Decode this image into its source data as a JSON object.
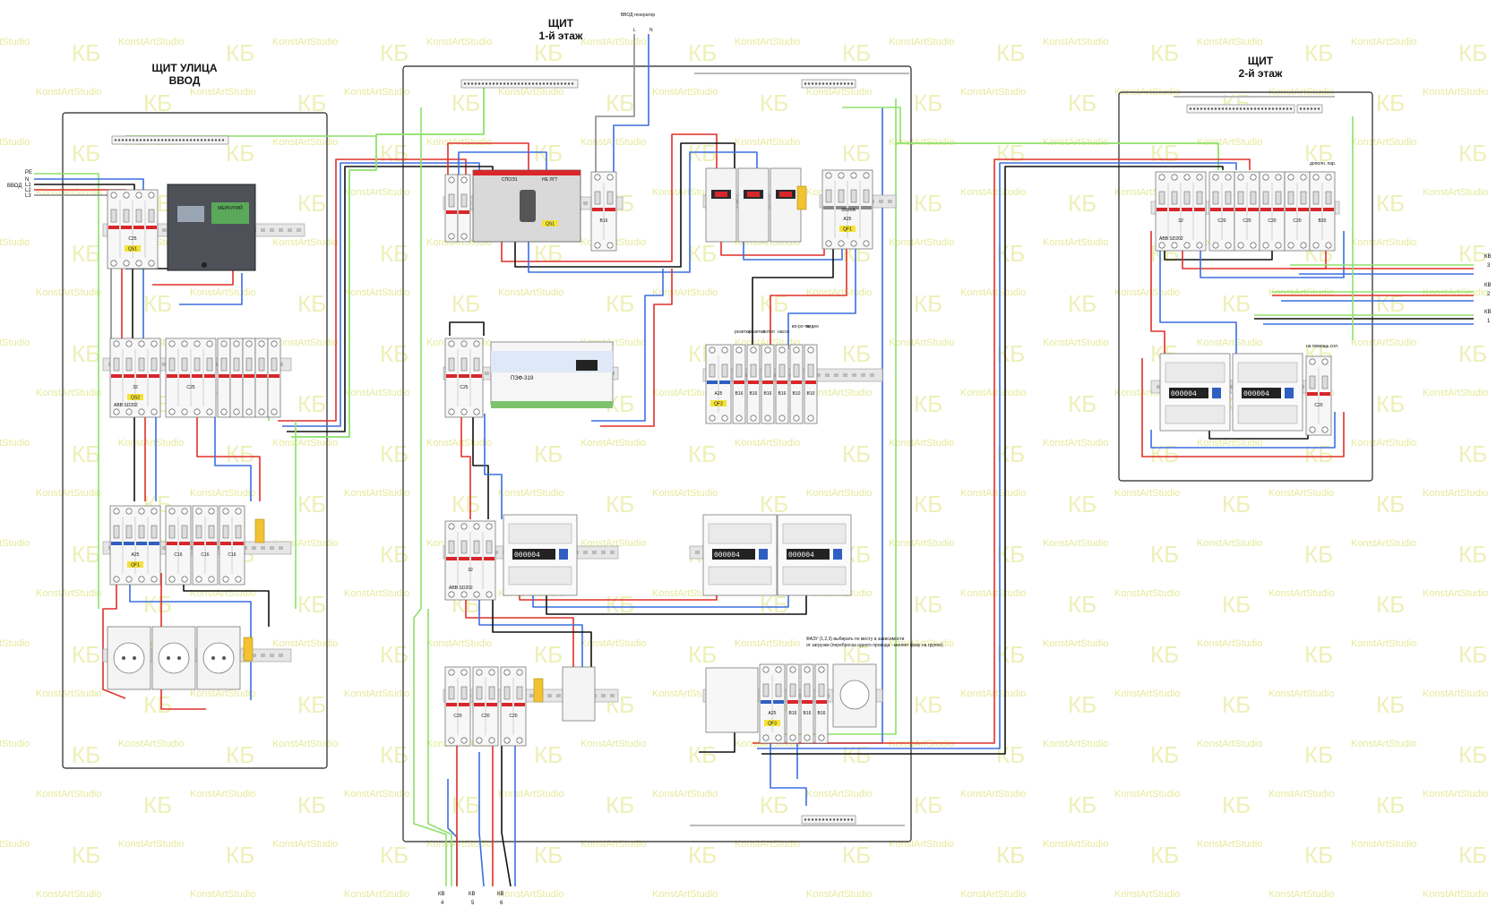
{
  "watermark": {
    "text": "KonstArtStudio",
    "logo": "КБ",
    "color": "#e6ea9a"
  },
  "panels": {
    "street": {
      "title_line1": "ЩИТ УЛИЦА",
      "title_line2": "ВВОД"
    },
    "floor1": {
      "title_line1": "ЩИТ",
      "title_line2": "1-й этаж"
    },
    "floor2": {
      "title_line1": "ЩИТ",
      "title_line2": "2-й этаж"
    }
  },
  "input_labels": {
    "street": [
      "PE",
      "N",
      "L1",
      "L2",
      "L3"
    ],
    "street_caption": "ВВОД",
    "generator": "ВВОД генератор",
    "generator_lines": [
      "L",
      "N"
    ]
  },
  "street_panel": {
    "qs1_rating": "C25",
    "qs1_tag": "QS1",
    "meter_brand": "МЕРКУРИЙ",
    "qs2_rating": "32",
    "qs2_tag": "QS2",
    "qs2_model": "ABB SD202",
    "qs2_breakers": [
      "C25",
      "",
      "",
      "",
      "",
      ""
    ],
    "qf1_rating": "A25",
    "qf1_tag": "QF1",
    "qf1_breakers": [
      "C16",
      "C16",
      "C16"
    ]
  },
  "floor1_panel": {
    "qs1_tag": "QS1",
    "qs1_top_labels": [
      "СПОЭ1",
      "НЕ ЛГТ"
    ],
    "gen_breaker": "B16",
    "qf1_tag": "QF1",
    "qf1_rating": "A25",
    "qf1_ma": "300mA",
    "rele_label": "C25",
    "pef_label": "ПЭФ-319",
    "qf2_tag": "QF2",
    "qf2_rating": "A25",
    "qf2_breakers": [
      "B16",
      "B16",
      "B16",
      "B16",
      "B10",
      "B10"
    ],
    "qf2_captions": [
      "розетки",
      "розетки",
      "котел",
      "насос",
      "во-ро-та",
      "видео"
    ],
    "main_switch": "32",
    "main_model": "ABB SD202",
    "c20_group": [
      "C20",
      "C20",
      "C20"
    ],
    "qf3_tag": "QF3",
    "qf3_rating": "A25",
    "qf3_breakers": [
      "B16",
      "B16",
      "B16"
    ],
    "note": "ФАЗУ (1,2,3) выбирать по месту в зависимости от загрузки (переброска одного провода - меняет фазу на группе)",
    "meter_display": "000004"
  },
  "floor2_panel": {
    "main_switch": "32",
    "main_model": "ABB SD202",
    "breakers": [
      "C20",
      "C20",
      "C20",
      "C20",
      "B20"
    ],
    "extra_caption": "дополн. пар.",
    "right_breaker": "C20",
    "right_caption": "на помощь сол.",
    "meter_display": "000004"
  },
  "outputs_floor2": [
    {
      "label": "КВ",
      "num": "3"
    },
    {
      "label": "КВ",
      "num": "2"
    },
    {
      "label": "КВ",
      "num": "1"
    }
  ],
  "outputs_floor1": [
    {
      "label": "КВ",
      "num": "4"
    },
    {
      "label": "КВ",
      "num": "5"
    },
    {
      "label": "КВ",
      "num": "6"
    }
  ],
  "colors": {
    "phase_red": "#e0302a",
    "neutral_blue": "#3c6ee0",
    "pe_green": "#8ee06a",
    "phase_black": "#111111",
    "grey_wire": "#888888",
    "breaker_red": "#d8262a",
    "tag_yellow": "#f4e23a"
  }
}
